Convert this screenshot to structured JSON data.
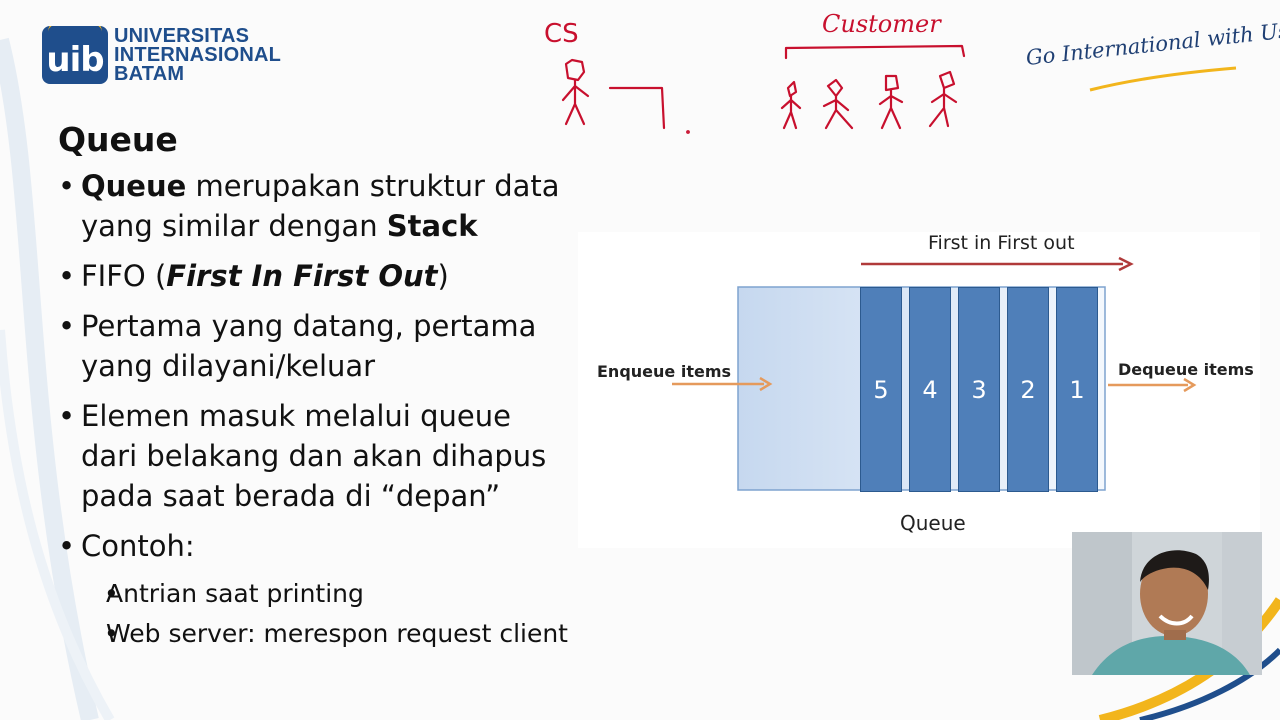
{
  "logo": {
    "mark_text": "uib",
    "name_lines": [
      "UNIVERSITAS",
      "INTERNASIONAL",
      "BATAM"
    ]
  },
  "tagline": "Go International with Us",
  "title": "Queue",
  "bullets": [
    {
      "parts": [
        {
          "text": "Queue",
          "style": "bold"
        },
        {
          "text": " merupakan struktur data yang similar dengan ",
          "style": "normal"
        },
        {
          "text": "Stack",
          "style": "bold"
        }
      ]
    },
    {
      "parts": [
        {
          "text": "FIFO (",
          "style": "normal"
        },
        {
          "text": "First In First Out",
          "style": "bold-italic"
        },
        {
          "text": ")",
          "style": "normal"
        }
      ]
    },
    {
      "parts": [
        {
          "text": "Pertama yang datang, pertama yang dilayani/keluar",
          "style": "normal"
        }
      ]
    },
    {
      "parts": [
        {
          "text": "Elemen masuk melalui queue dari belakang dan akan dihapus pada saat berada di “depan”",
          "style": "normal"
        }
      ]
    },
    {
      "parts": [
        {
          "text": "Contoh:",
          "style": "normal"
        }
      ]
    }
  ],
  "sub_bullets": [
    "Antrian saat printing",
    "Web server: merespon request client"
  ],
  "bullet_glyph": "•",
  "diagram": {
    "fifo_label": "First in First out",
    "enqueue_label": "Enqueue items",
    "dequeue_label": "Dequeue items",
    "queue_label": "Queue",
    "items": [
      "5",
      "4",
      "3",
      "2",
      "1"
    ]
  },
  "annotations": {
    "cs_label": "CS",
    "customer_label": "Customer",
    "ink_color": "#c8102e"
  },
  "colors": {
    "brand_blue": "#1f4e8c",
    "brand_gold": "#f2b51c",
    "queue_cell": "#4f7fb9",
    "arrow_enqueue": "#e59a5c",
    "arrow_fifo": "#b03a3a"
  }
}
